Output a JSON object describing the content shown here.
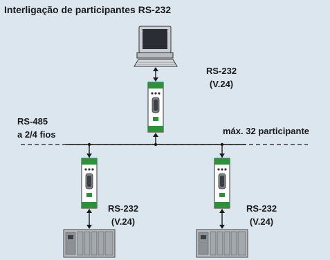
{
  "title": "Interligação de participantes RS-232",
  "labels": {
    "top": {
      "line1": "RS-232",
      "line2": "(V.24)"
    },
    "left": {
      "line1": "RS-232",
      "line2": "(V.24)"
    },
    "right": {
      "line1": "RS-232",
      "line2": "(V.24)"
    },
    "rs485": {
      "line1": "RS-485",
      "line2": "a 2/4 fios"
    },
    "max": "máx. 32 participante"
  },
  "colors": {
    "background": "#dce6ef",
    "module_body": "#ffffff",
    "terminal_green": "#2f8f3a",
    "line": "#1a1a1a",
    "plc_gray": "#9ea3a8"
  },
  "icons": [
    "computer-icon",
    "converter-module-icon",
    "plc-device-icon"
  ]
}
